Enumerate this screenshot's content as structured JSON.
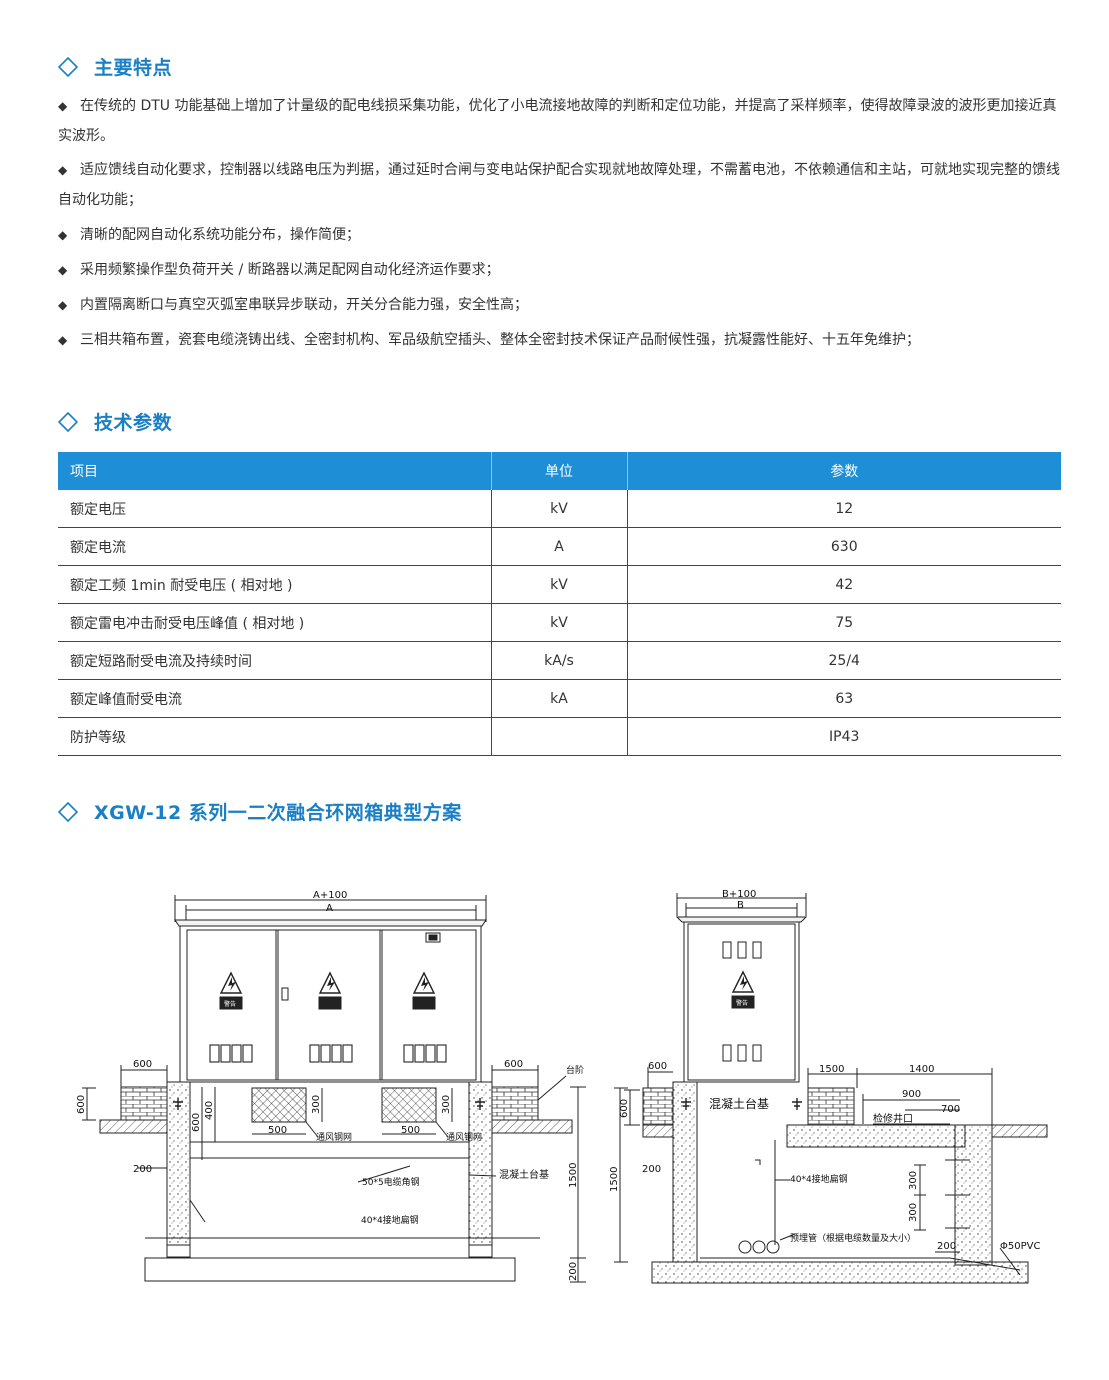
{
  "sections": {
    "features_title": "主要特点",
    "tech_title": "技术参数",
    "scheme_title": "XGW-12 系列一二次融合环网箱典型方案"
  },
  "bullet": "◆",
  "features": {
    "items": [
      "在传统的 DTU 功能基础上增加了计量级的配电线损采集功能，优化了小电流接地故障的判断和定位功能，并提高了采样频率，使得故障录波的波形更加接近真实波形。",
      "适应馈线自动化要求，控制器以线路电压为判据，通过延时合闸与变电站保护配合实现就地故障处理，不需蓄电池，不依赖通信和主站，可就地实现完整的馈线自动化功能；",
      "清晰的配网自动化系统功能分布，操作简便；",
      "采用频繁操作型负荷开关 / 断路器以满足配网自动化经济运作要求；",
      "内置隔离断口与真空灭弧室串联异步联动，开关分合能力强，安全性高；",
      "三相共箱布置，瓷套电缆浇铸出线、全密封机构、军品级航空插头、整体全密封技术保证产品耐候性强，抗凝露性能好、十五年免维护；"
    ]
  },
  "table": {
    "headers": [
      "项目",
      "单位",
      "参数"
    ],
    "rows": [
      [
        "额定电压",
        "kV",
        "12"
      ],
      [
        "额定电流",
        "A",
        "630"
      ],
      [
        "额定工频 1min 耐受电压 ( 相对地 )",
        "kV",
        "42"
      ],
      [
        "额定雷电冲击耐受电压峰值 ( 相对地 )",
        "kV",
        "75"
      ],
      [
        "额定短路耐受电流及持续时间",
        "kA/s",
        "25/4"
      ],
      [
        "额定峰值耐受电流",
        "kA",
        "63"
      ],
      [
        "防护等级",
        "",
        "IP43"
      ]
    ]
  },
  "drawing": {
    "front": {
      "dim_a100": "A+100",
      "dim_a": "A",
      "warn": "警告",
      "dim_600_left": "600",
      "dim_600_right": "600",
      "step": "台阶",
      "dim_600_v": "600",
      "dim_600_v2": "600",
      "dim_400_v": "400",
      "dim_300_v": "300",
      "dim_300_v2": "300",
      "dim_500_a": "500",
      "dim_500_b": "500",
      "mesh_a": "通风钢网",
      "mesh_b": "通风钢网",
      "dim_200": "200",
      "angle_steel": "50*5电缆角钢",
      "concrete": "混凝土台基",
      "ground_steel": "40*4接地扁钢",
      "dim_1500": "1500",
      "dim_200_v": "200"
    },
    "side": {
      "dim_b100": "B+100",
      "dim_b": "B",
      "warn": "警告",
      "dim_600": "600",
      "dim_600_v": "600",
      "concrete": "混凝土台基",
      "dim_1500_h": "1500",
      "dim_1400": "1400",
      "dim_900": "900",
      "dim_700": "700",
      "manhole": "检修井口",
      "dim_200": "200",
      "dim_1500_v": "1500",
      "ground_steel": "40*4接地扁钢",
      "dim_300_a": "300",
      "dim_300_b": "300",
      "pipe": "预埋管（根据电缆数量及大小）",
      "dim_200_b": "200",
      "pvc": "Φ50PVC"
    }
  }
}
